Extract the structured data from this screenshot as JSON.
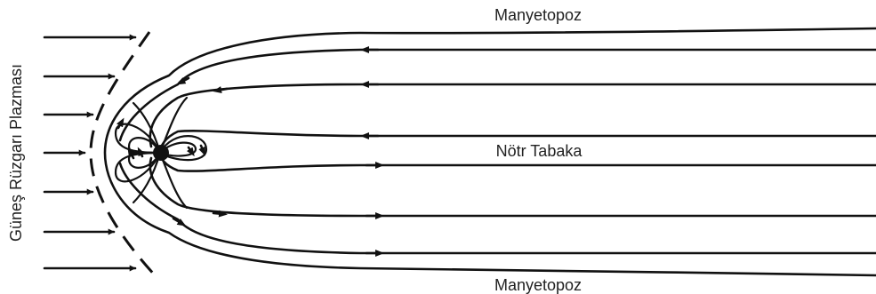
{
  "labels": {
    "top": "Manyetopoz",
    "bottom": "Manyetopoz",
    "neutral_sheet": "Nötr Tabaka",
    "solar_wind": "Güneş Rüzgarı Plazması"
  }
}
